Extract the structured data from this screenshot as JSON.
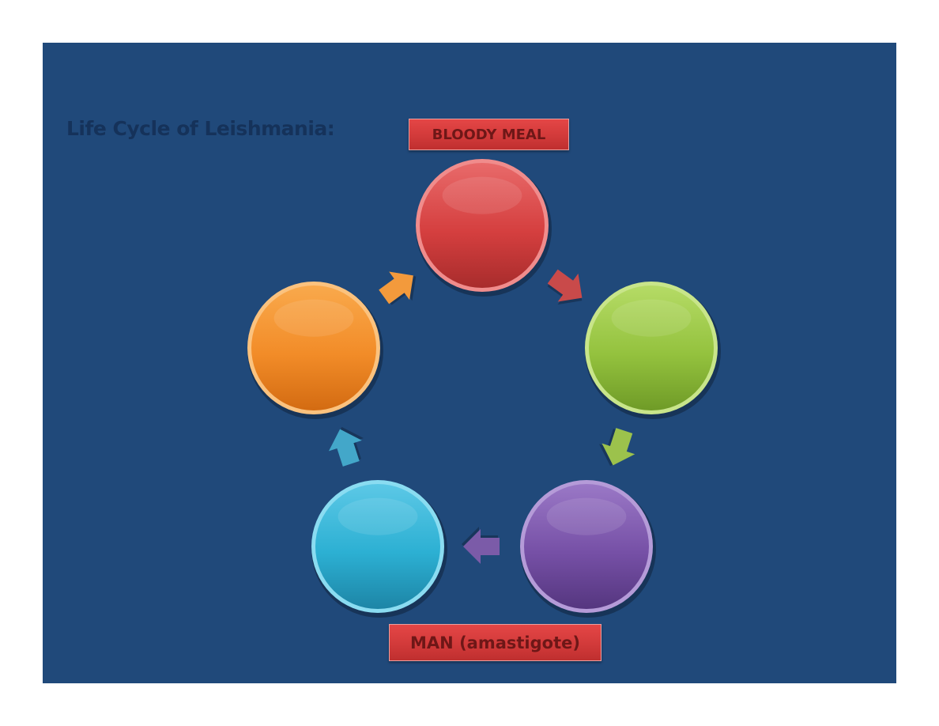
{
  "title": "Life Cycle of Leishmania:",
  "labels": {
    "top": "BLOODY MEAL",
    "bottom": "MAN (amastigote)"
  },
  "colors": {
    "background": "#20497a",
    "title": "#15325a",
    "label_fill": "#d23a3a",
    "label_text": "#6e1717"
  },
  "cycle": {
    "nodes": [
      {
        "color": "#d53f3f",
        "light": "#e86a6a",
        "dark": "#a82c2c",
        "ring": "#f08c8c"
      },
      {
        "color": "#94c23e",
        "light": "#b5db66",
        "dark": "#6f9b27",
        "ring": "#c8e58a"
      },
      {
        "color": "#7650a6",
        "light": "#9a78c6",
        "dark": "#55367f",
        "ring": "#b59bd8"
      },
      {
        "color": "#2cb0d3",
        "light": "#5cc8e6",
        "dark": "#1d85a6",
        "ring": "#8adcf1"
      },
      {
        "color": "#f28c28",
        "light": "#f9a94c",
        "dark": "#d36b12",
        "ring": "#fbc27e"
      }
    ],
    "arrows": [
      {
        "from": 0,
        "to": 1,
        "color": "#c94a4a"
      },
      {
        "from": 1,
        "to": 2,
        "color": "#9cc24c"
      },
      {
        "from": 2,
        "to": 3,
        "color": "#7b5ba8"
      },
      {
        "from": 3,
        "to": 4,
        "color": "#43a7c9"
      },
      {
        "from": 4,
        "to": 0,
        "color": "#f39a3c"
      }
    ]
  }
}
